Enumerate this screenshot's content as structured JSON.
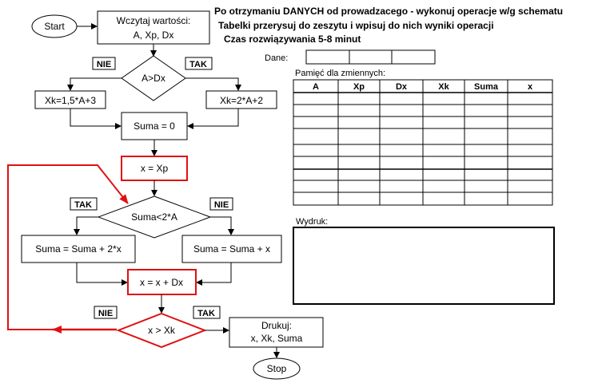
{
  "header": {
    "line1": "Po otrzymaniu DANYCH  od prowadzacego - wykonuj operacje w/g schematu",
    "line2": "Tabelki przerysuj do zeszytu i wpisuj do nich wyniki operacji",
    "line3": "Czas rozwiązywania 5-8 minut"
  },
  "flow": {
    "start": "Start",
    "input_line1": "Wczytaj wartości:",
    "input_line2": "A, Xp, Dx",
    "cond1": "A>Dx",
    "no": "NIE",
    "yes": "TAK",
    "xk_left": "Xk=1,5*A+3",
    "xk_right": "Xk=2*A+2",
    "suma_init": "Suma = 0",
    "x_init": "x = Xp",
    "cond2": "Suma<2*A",
    "suma_left": "Suma = Suma + 2*x",
    "suma_right": "Suma = Suma + x",
    "x_inc": "x = x + Dx",
    "cond3": "x > Xk",
    "print_line1": "Drukuj:",
    "print_line2": "x, Xk, Suma",
    "stop": "Stop"
  },
  "dane": {
    "label": "Dane:"
  },
  "memory": {
    "label": "Pamięć dla zmiennych:",
    "columns": [
      "A",
      "Xp",
      "Dx",
      "Xk",
      "Suma",
      "x"
    ]
  },
  "output": {
    "label": "Wydruk:"
  },
  "colors": {
    "highlight": "#e01010",
    "line": "#000000"
  }
}
